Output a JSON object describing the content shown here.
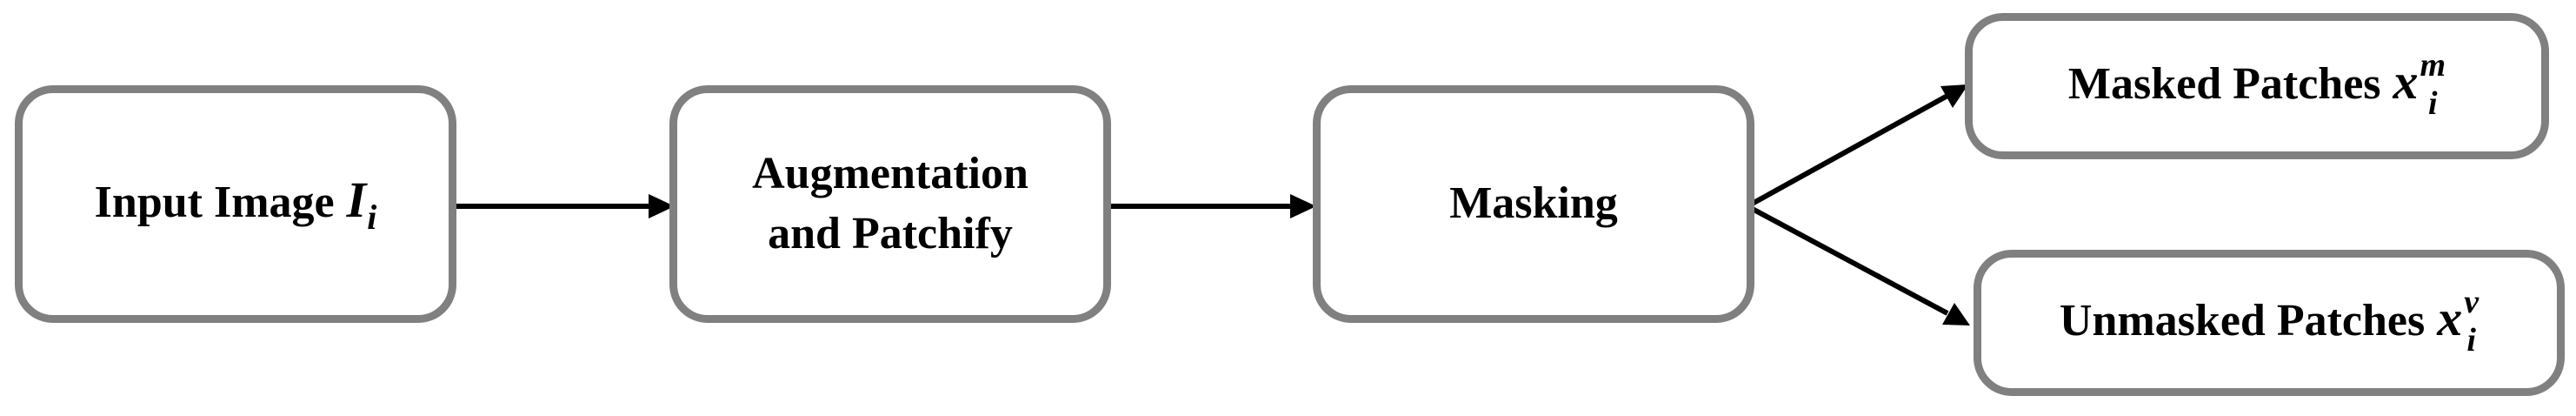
{
  "diagram": {
    "nodes": {
      "input": {
        "text": "Input Image",
        "symbol": "I",
        "subscript": "i"
      },
      "augment": {
        "line1": "Augmentation",
        "line2": "and Patchify"
      },
      "masking": {
        "text": "Masking"
      },
      "masked": {
        "text": "Masked Patches",
        "symbol": "x",
        "superscript": "m",
        "subscript": "i"
      },
      "unmasked": {
        "text": "Unmasked Patches",
        "symbol": "x",
        "superscript": "v",
        "subscript": "i"
      }
    },
    "edges": [
      {
        "from": "input",
        "to": "augment"
      },
      {
        "from": "augment",
        "to": "masking"
      },
      {
        "from": "masking",
        "to": "masked"
      },
      {
        "from": "masking",
        "to": "unmasked"
      }
    ],
    "colors": {
      "box_border": "#808080",
      "arrow": "#000000",
      "text": "#000000",
      "background": "#ffffff"
    }
  }
}
